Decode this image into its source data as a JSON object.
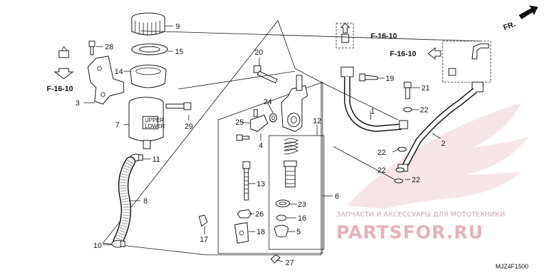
{
  "direction_label": "FR.",
  "reference_labels": [
    "F-16-10",
    "F-16-10",
    "F-16-10"
  ],
  "part_callouts": [
    "1",
    "2",
    "3",
    "4",
    "5",
    "6",
    "7",
    "8",
    "9",
    "10",
    "11",
    "12",
    "13",
    "14",
    "15",
    "16",
    "17",
    "18",
    "19",
    "20",
    "21",
    "22",
    "22",
    "22",
    "22",
    "23",
    "24",
    "25",
    "26",
    "27",
    "28",
    "29"
  ],
  "reservoir_labels": {
    "upper": "UPPER",
    "lower": "LOWER"
  },
  "watermark": {
    "subtitle": "ЗАПЧАСТИ И АКСЕССУАРЫ ДЛЯ МОТОТЕХНИКИ",
    "brand": "PARTSFOR.RU"
  },
  "diagram_code": "MJZ4F1500",
  "colors": {
    "line": "#111111",
    "watermark_brand": "#e3b4bb",
    "watermark_text": "#c9a8ac",
    "background": "#ffffff"
  },
  "icons": [
    "fr-arrow-icon",
    "reference-arrow-icon"
  ]
}
